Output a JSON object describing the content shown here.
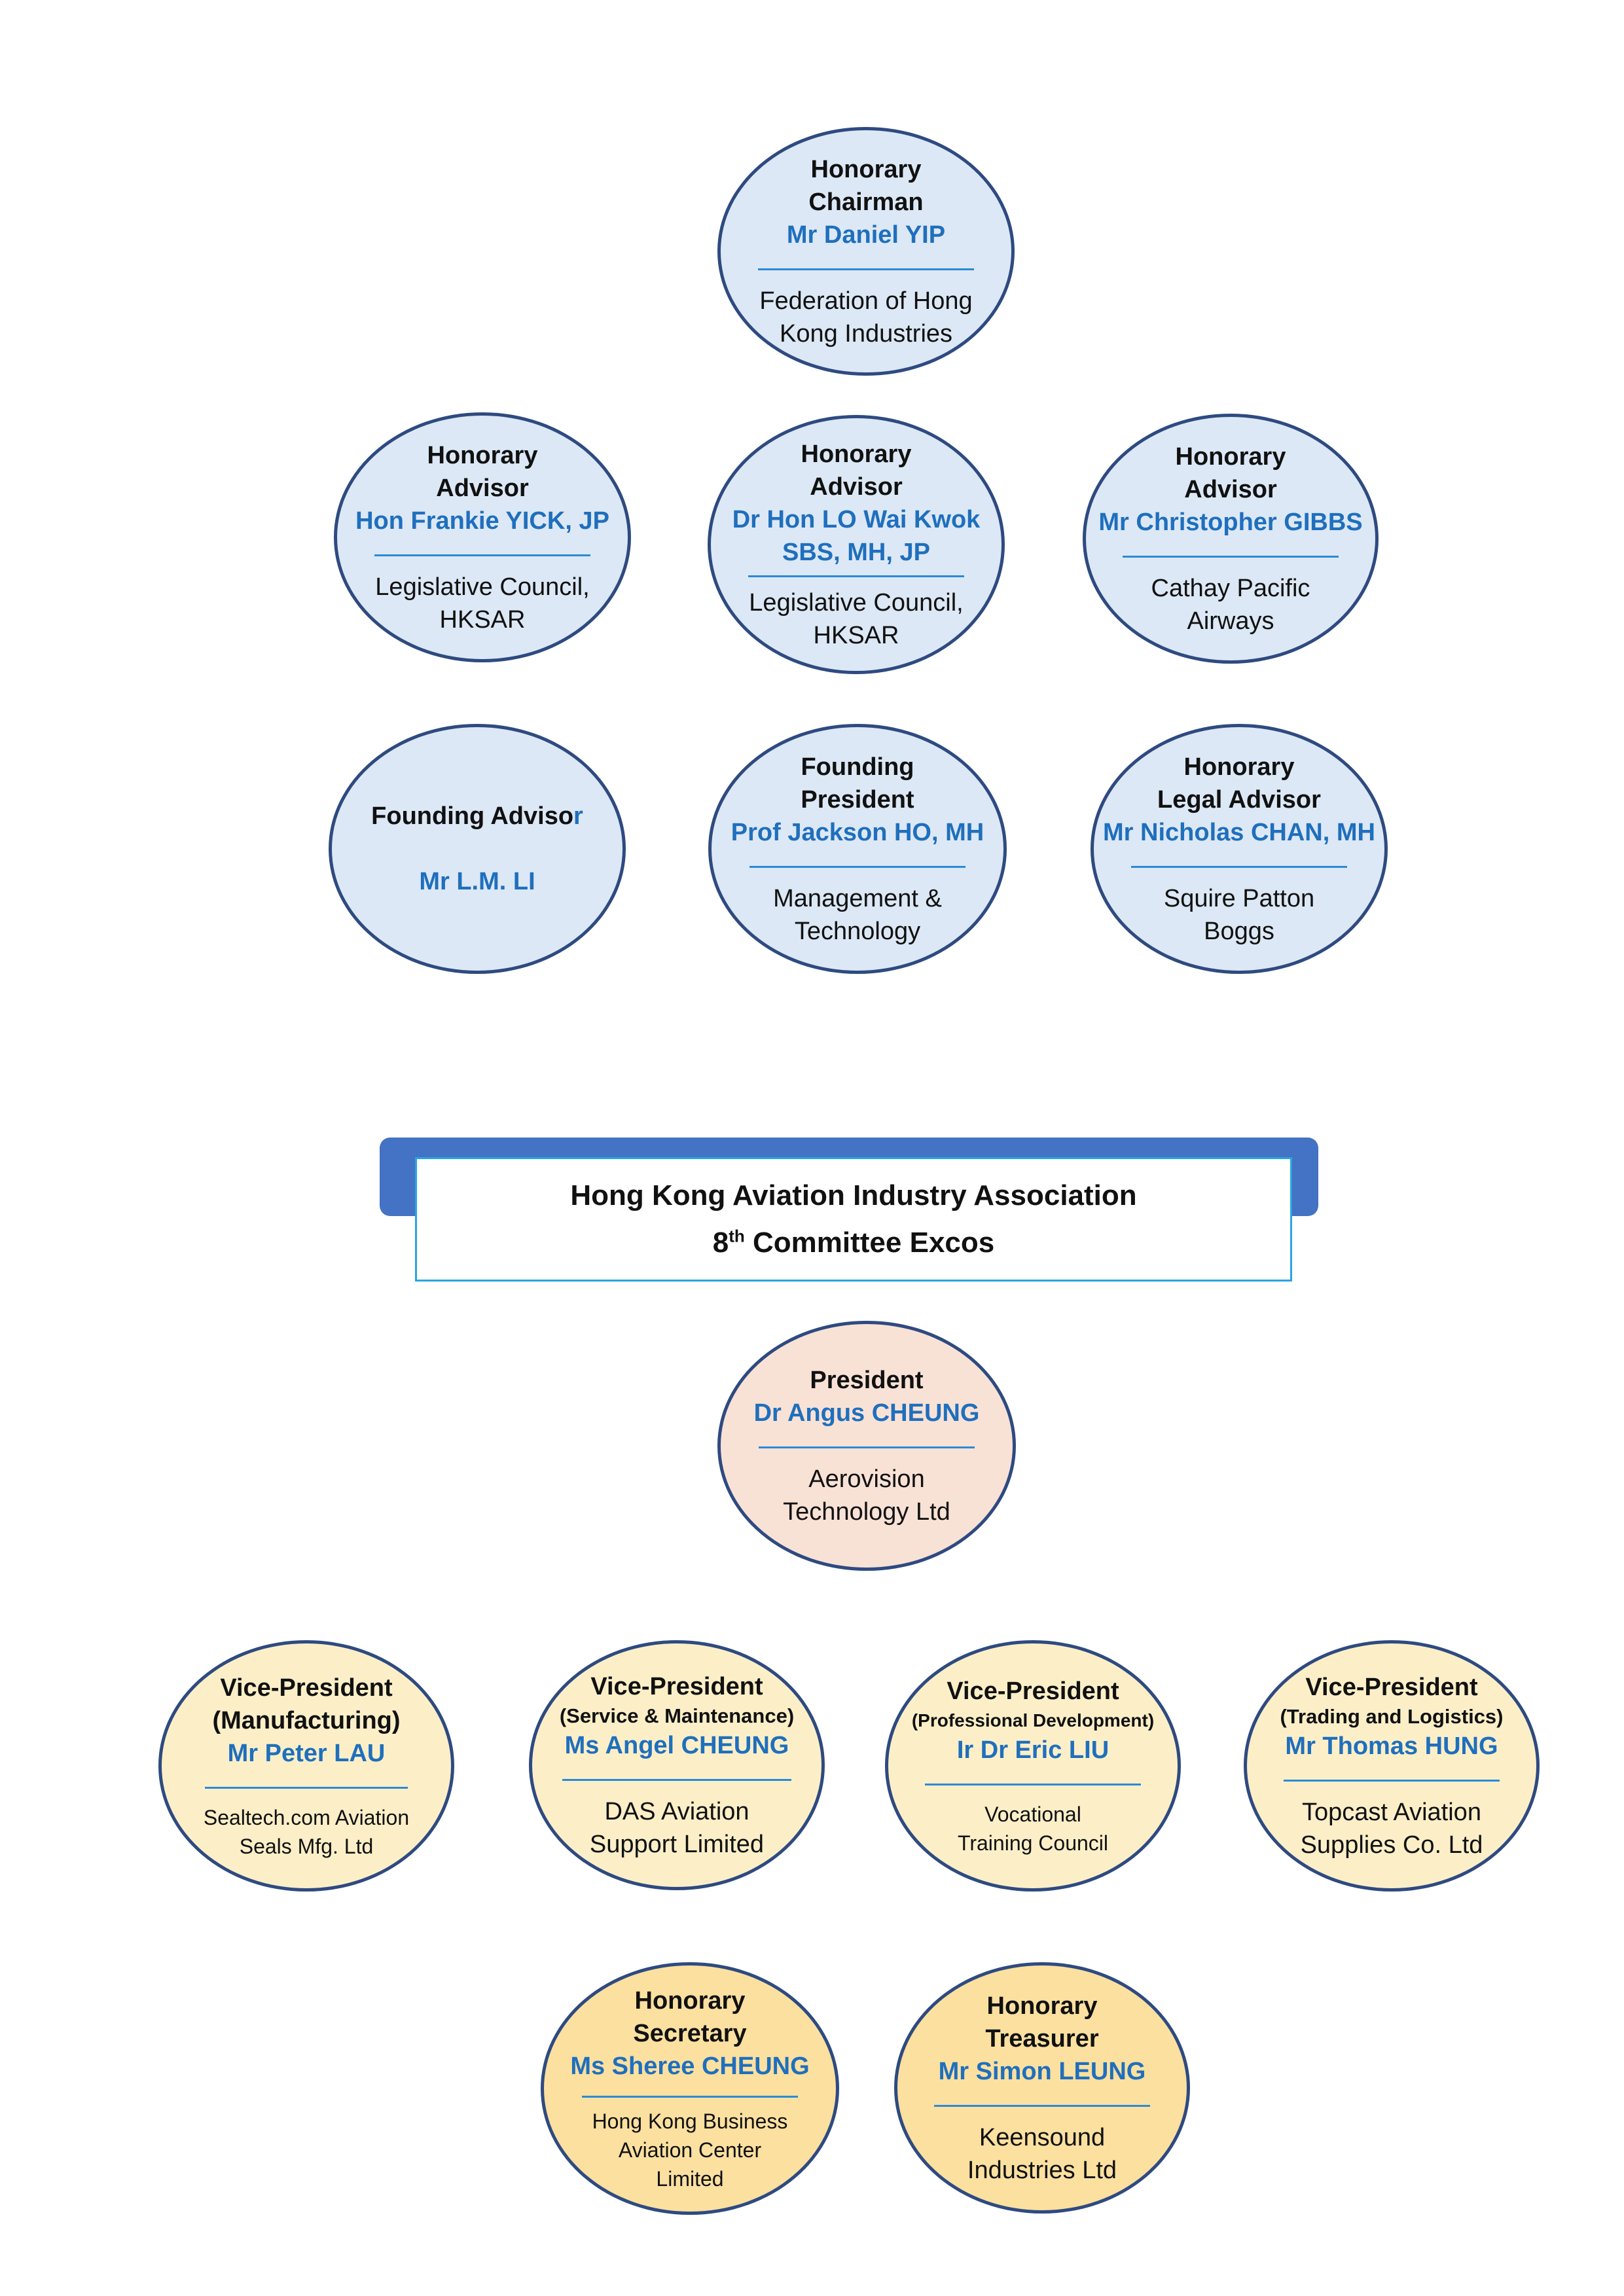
{
  "honorary": {
    "chairman": {
      "role": [
        "Honorary",
        "Chairman"
      ],
      "name": "Mr Daniel YIP",
      "org": [
        "Federation of Hong",
        "Kong Industries"
      ]
    },
    "advisor1": {
      "role": [
        "Honorary",
        "Advisor"
      ],
      "name": "Hon Frankie YICK, JP",
      "org": [
        "Legislative Council,",
        "HKSAR"
      ]
    },
    "advisor2": {
      "role": [
        "Honorary",
        "Advisor"
      ],
      "name": [
        "Dr Hon LO Wai Kwok",
        "SBS, MH, JP"
      ],
      "org": [
        "Legislative Council,",
        "HKSAR"
      ]
    },
    "advisor3": {
      "role": [
        "Honorary",
        "Advisor"
      ],
      "name": "Mr Christopher GIBBS",
      "org": [
        "Cathay Pacific",
        "Airways"
      ]
    },
    "founding_advisor": {
      "role_main": "Founding Adviso",
      "role_end": "r",
      "name": "Mr L.M. LI"
    },
    "founding_president": {
      "role": [
        "Founding",
        "President"
      ],
      "name": "Prof Jackson HO, MH",
      "org": [
        "Management &",
        "Technology"
      ]
    },
    "legal_advisor": {
      "role": [
        "Honorary",
        "Legal Advisor"
      ],
      "name": "Mr Nicholas CHAN, MH",
      "org": [
        "Squire Patton",
        "Boggs"
      ]
    }
  },
  "title": {
    "line1": "Hong Kong Aviation Industry Association",
    "ordinal_num": "8",
    "ordinal_sup": "th",
    "line2_rest": " Committee Excos"
  },
  "excos": {
    "president": {
      "role": "President",
      "name": "Dr Angus CHEUNG",
      "org": [
        "Aerovision",
        "Technology Ltd"
      ]
    },
    "vp1": {
      "role": "Vice-President",
      "sub": "(Manufacturing)",
      "name": "Mr Peter LAU",
      "org": [
        "Sealtech.com Aviation",
        "Seals Mfg. Ltd"
      ]
    },
    "vp2": {
      "role": "Vice-President",
      "sub": "(Service & Maintenance)",
      "name": "Ms Angel CHEUNG",
      "org": [
        "DAS Aviation",
        "Support Limited"
      ]
    },
    "vp3": {
      "role": "Vice-President",
      "sub": "(Professional Development)",
      "name": "Ir Dr Eric LIU",
      "org": [
        "Vocational",
        "Training Council"
      ]
    },
    "vp4": {
      "role": "Vice-President",
      "sub": "(Trading and Logistics)",
      "name": "Mr Thomas HUNG",
      "org": [
        "Topcast Aviation",
        "Supplies Co. Ltd"
      ]
    },
    "secretary": {
      "role": [
        "Honorary",
        "Secretary"
      ],
      "name": "Ms Sheree CHEUNG",
      "org": [
        "Hong Kong Business",
        "Aviation Center",
        "Limited"
      ]
    },
    "treasurer": {
      "role": [
        "Honorary",
        "Treasurer"
      ],
      "name": "Mr Simon LEUNG",
      "org": [
        "Keensound",
        "Industries Ltd"
      ]
    }
  }
}
